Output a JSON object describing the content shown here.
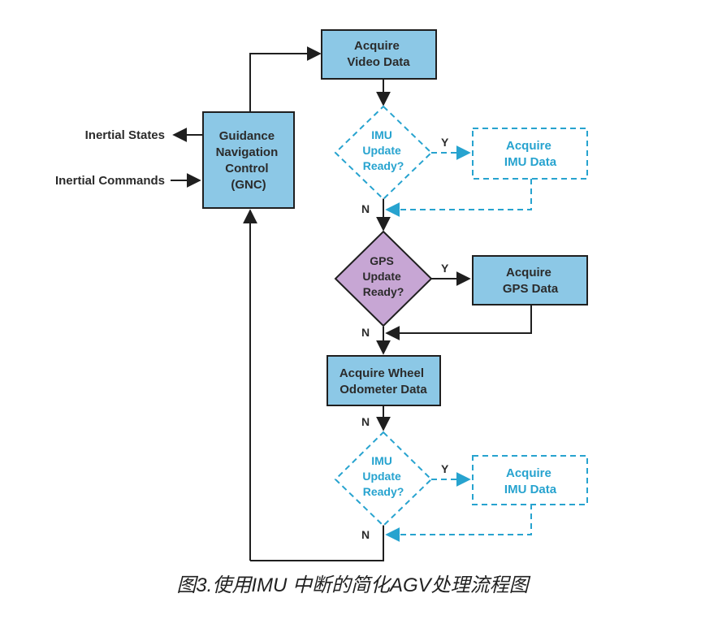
{
  "colors": {
    "box_fill": "#8cc8e6",
    "box_stroke": "#1f1f1f",
    "gps_fill": "#c7a6d4",
    "imu_dashed": "#27a3cf",
    "text_dark": "#2b2b2b"
  },
  "external": {
    "inertial_states": "Inertial States",
    "inertial_commands": "Inertial Commands"
  },
  "nodes": {
    "gnc": [
      "Guidance",
      "Navigation",
      "Control",
      "(GNC)"
    ],
    "acquire_video": [
      "Acquire",
      "Video Data"
    ],
    "imu_decision_1": [
      "IMU",
      "Update",
      "Ready?"
    ],
    "acquire_imu_1": [
      "Acquire",
      "IMU Data"
    ],
    "gps_decision": [
      "GPS",
      "Update",
      "Ready?"
    ],
    "acquire_gps": [
      "Acquire",
      "GPS Data"
    ],
    "acquire_wheel": [
      "Acquire Wheel",
      "Odometer Data"
    ],
    "imu_decision_2": [
      "IMU",
      "Update",
      "Ready?"
    ],
    "acquire_imu_2": [
      "Acquire",
      "IMU Data"
    ]
  },
  "edge_labels": {
    "yes": "Y",
    "no": "N"
  },
  "caption": "图3.使用IMU 中断的简化AGV处理流程图"
}
